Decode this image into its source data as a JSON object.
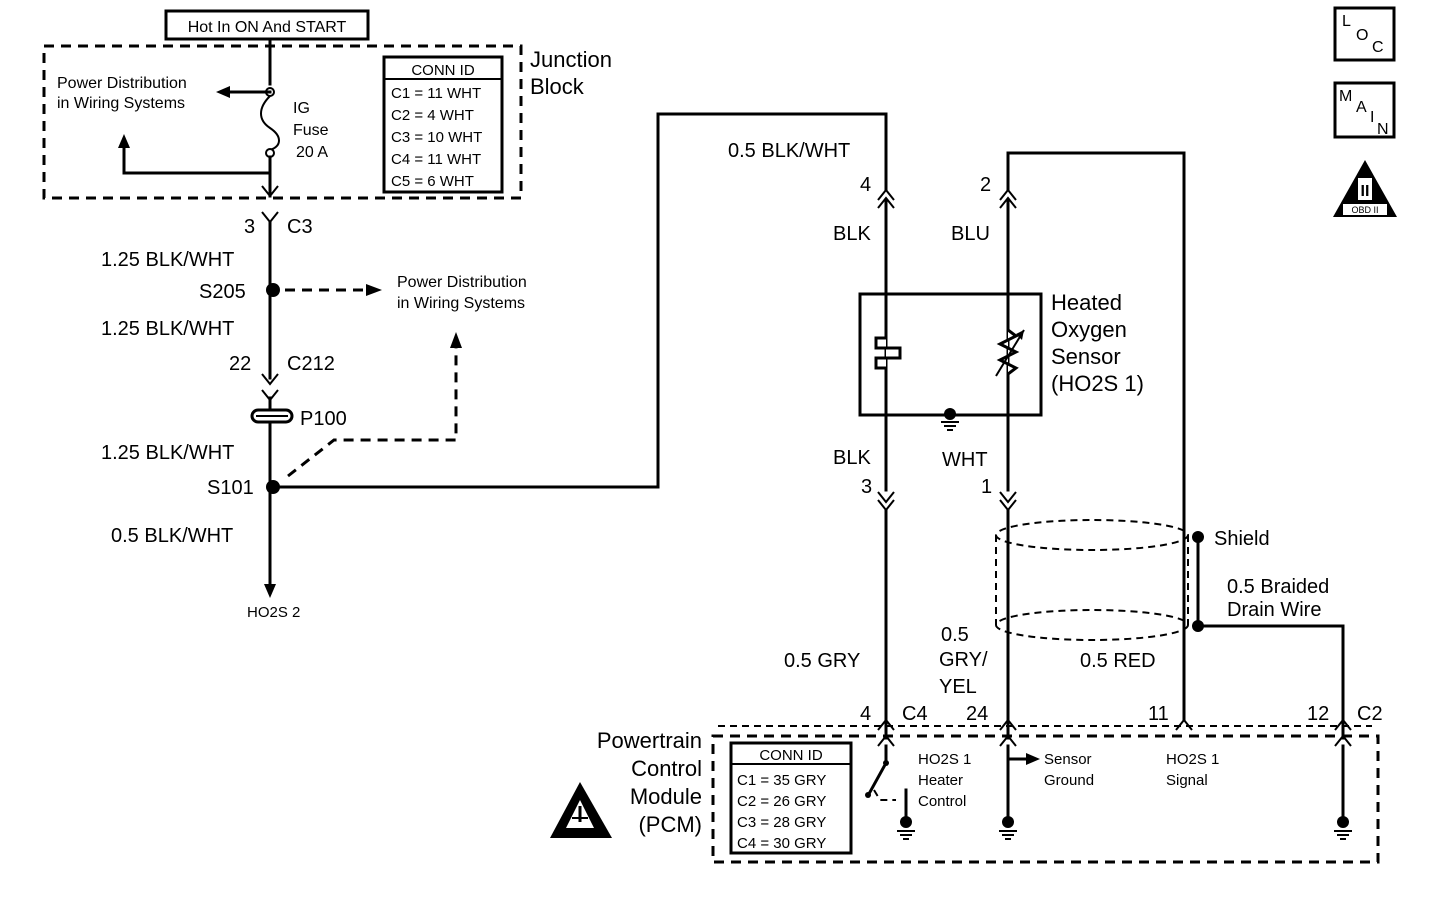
{
  "power_label": "Hot In ON And START",
  "junction_block": {
    "title_line1": "Junction",
    "title_line2": "Block",
    "pd_line1": "Power Distribution",
    "pd_line2": "in Wiring Systems",
    "fuse_line1": "IG",
    "fuse_line2": "Fuse",
    "fuse_line3": "20 A",
    "conn_title": "CONN ID",
    "conn_rows": [
      "C1 = 11 WHT",
      "C2 = 4 WHT",
      "C3 = 10 WHT",
      "C4 = 11 WHT",
      "C5 = 6 WHT"
    ]
  },
  "left_circuit": {
    "c3_pin": "3",
    "c3_label": "C3",
    "wire1": "1.25 BLK/WHT",
    "s205": "S205",
    "pd2_line1": "Power Distribution",
    "pd2_line2": "in Wiring Systems",
    "wire2": "1.25 BLK/WHT",
    "c212_pin": "22",
    "c212_label": "C212",
    "p100": "P100",
    "wire3": "1.25 BLK/WHT",
    "s101": "S101",
    "wire4": "0.5 BLK/WHT",
    "ho2s2": "HO2S 2"
  },
  "sensor": {
    "top_wire": "0.5 BLK/WHT",
    "pin4": "4",
    "pin2": "2",
    "blk_top": "BLK",
    "blu": "BLU",
    "name_line1": "Heated",
    "name_line2": "Oxygen",
    "name_line3": "Sensor",
    "name_line4": "(HO2S 1)",
    "blk_bot": "BLK",
    "wht": "WHT",
    "pin3": "3",
    "pin1": "1",
    "shield": "Shield",
    "drain_line1": "0.5 Braided",
    "drain_line2": "Drain Wire",
    "gry": "0.5 GRY",
    "gry_yel_line1": "0.5",
    "gry_yel_line2": "GRY/",
    "gry_yel_line3": "YEL",
    "red": "0.5 RED"
  },
  "pcm": {
    "name_line1": "Powertrain",
    "name_line2": "Control",
    "name_line3": "Module",
    "name_line4": "(PCM)",
    "conn_title": "CONN ID",
    "conn_rows": [
      "C1 = 35 GRY",
      "C2 = 26 GRY",
      "C3 = 28 GRY",
      "C4 = 30 GRY"
    ],
    "pin_4": "4",
    "c4": "C4",
    "pin_24": "24",
    "pin_11": "11",
    "pin_12": "12",
    "c2": "C2",
    "heater_line1": "HO2S 1",
    "heater_line2": "Heater",
    "heater_line3": "Control",
    "ground_line1": "Sensor",
    "ground_line2": "Ground",
    "signal_line1": "HO2S 1",
    "signal_line2": "Signal"
  },
  "badges": {
    "loc_l": "L",
    "loc_o": "O",
    "loc_c": "C",
    "main_m": "M",
    "main_a": "A",
    "main_i": "I",
    "main_n": "N",
    "obd_roman": "II",
    "obd_text": "OBD II"
  }
}
